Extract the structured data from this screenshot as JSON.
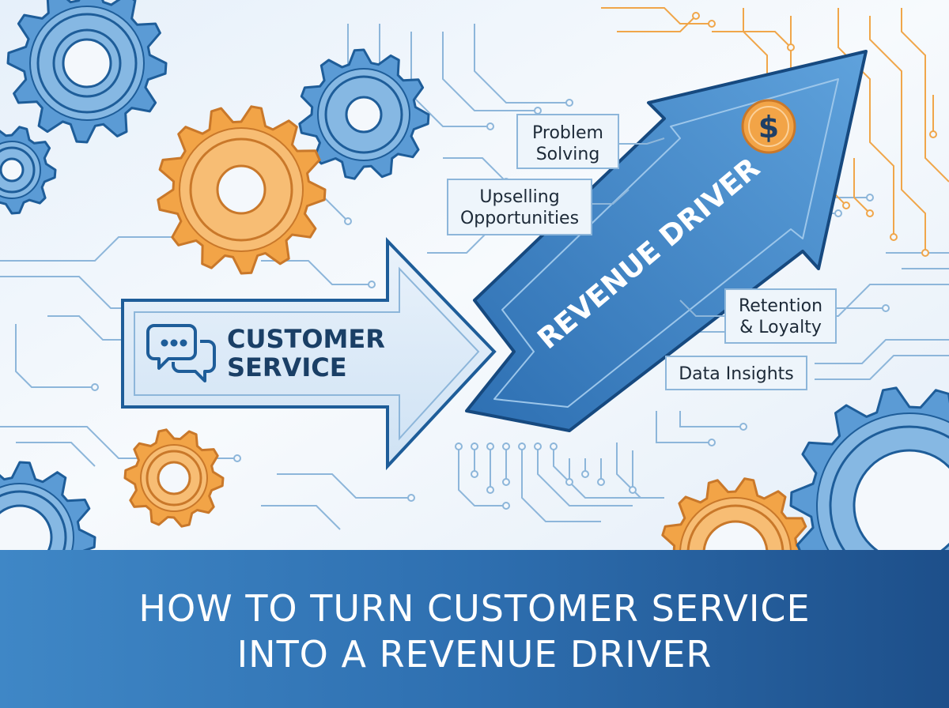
{
  "colors": {
    "blue_dark": "#1e5d99",
    "blue_mid": "#5b9bd5",
    "blue_light": "#cfe3f5",
    "orange": "#f2a447",
    "circuit_blue": "#8db6da",
    "circuit_orange": "#f0a64a",
    "banner_start": "#3f87c6",
    "banner_end": "#1d4f8a"
  },
  "customer_service": {
    "icon": "chat-bubbles-icon",
    "line1": "CUSTOMER",
    "line2": "SERVICE"
  },
  "revenue_arrow": {
    "label": "REVENUE DRIVER",
    "coin_icon": "dollar-coin-icon",
    "coin_symbol": "$"
  },
  "labels": {
    "problem_solving": [
      "Problem",
      "Solving"
    ],
    "upselling": [
      "Upselling",
      "Opportunities"
    ],
    "retention": [
      "Retention",
      "& Loyalty"
    ],
    "data_insights": [
      "Data Insights"
    ]
  },
  "title": {
    "line1": "HOW TO TURN CUSTOMER SERVICE",
    "line2": "INTO A REVENUE DRIVER"
  }
}
